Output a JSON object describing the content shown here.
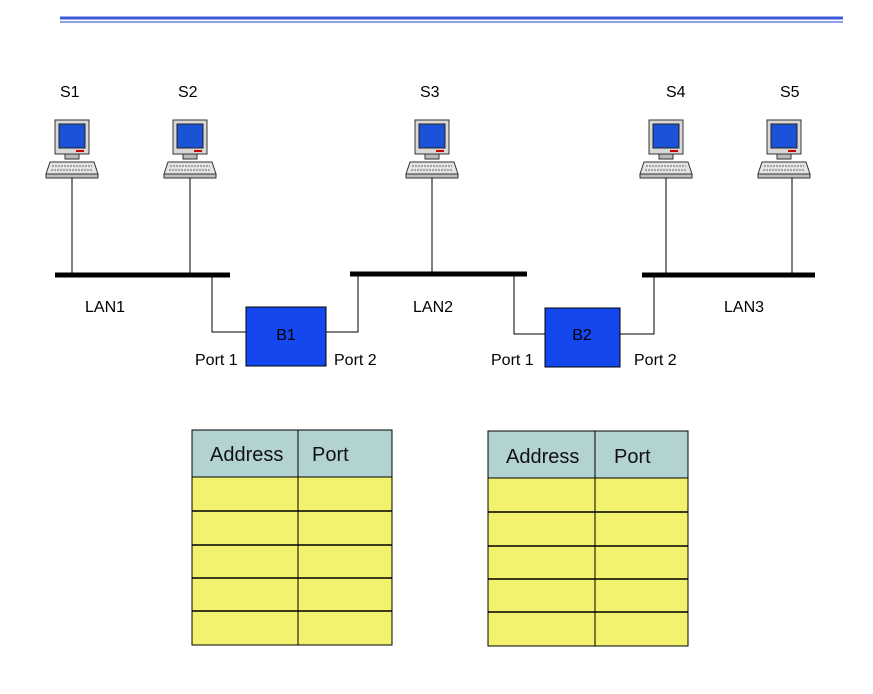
{
  "colors": {
    "top_rule": "#3a58d8",
    "bridge": "#1447ee",
    "table_header": "#b3d3d3",
    "table_body": "#f2f26e",
    "lan_bus": "#000000"
  },
  "stations": [
    {
      "label": "S1",
      "icon": "computer-icon"
    },
    {
      "label": "S2",
      "icon": "computer-icon"
    },
    {
      "label": "S3",
      "icon": "computer-icon"
    },
    {
      "label": "S4",
      "icon": "computer-icon"
    },
    {
      "label": "S5",
      "icon": "computer-icon"
    }
  ],
  "lans": [
    {
      "label": "LAN1"
    },
    {
      "label": "LAN2"
    },
    {
      "label": "LAN3"
    }
  ],
  "bridges": [
    {
      "label": "B1",
      "port1": "Port 1",
      "port2": "Port 2"
    },
    {
      "label": "B2",
      "port1": "Port 1",
      "port2": "Port 2"
    }
  ],
  "tables": [
    {
      "headers": [
        "Address",
        "Port"
      ],
      "rows": [
        [
          "",
          ""
        ],
        [
          "",
          ""
        ],
        [
          "",
          ""
        ],
        [
          "",
          ""
        ],
        [
          "",
          ""
        ]
      ]
    },
    {
      "headers": [
        "Address",
        "Port"
      ],
      "rows": [
        [
          "",
          ""
        ],
        [
          "",
          ""
        ],
        [
          "",
          ""
        ],
        [
          "",
          ""
        ],
        [
          "",
          ""
        ]
      ]
    }
  ]
}
